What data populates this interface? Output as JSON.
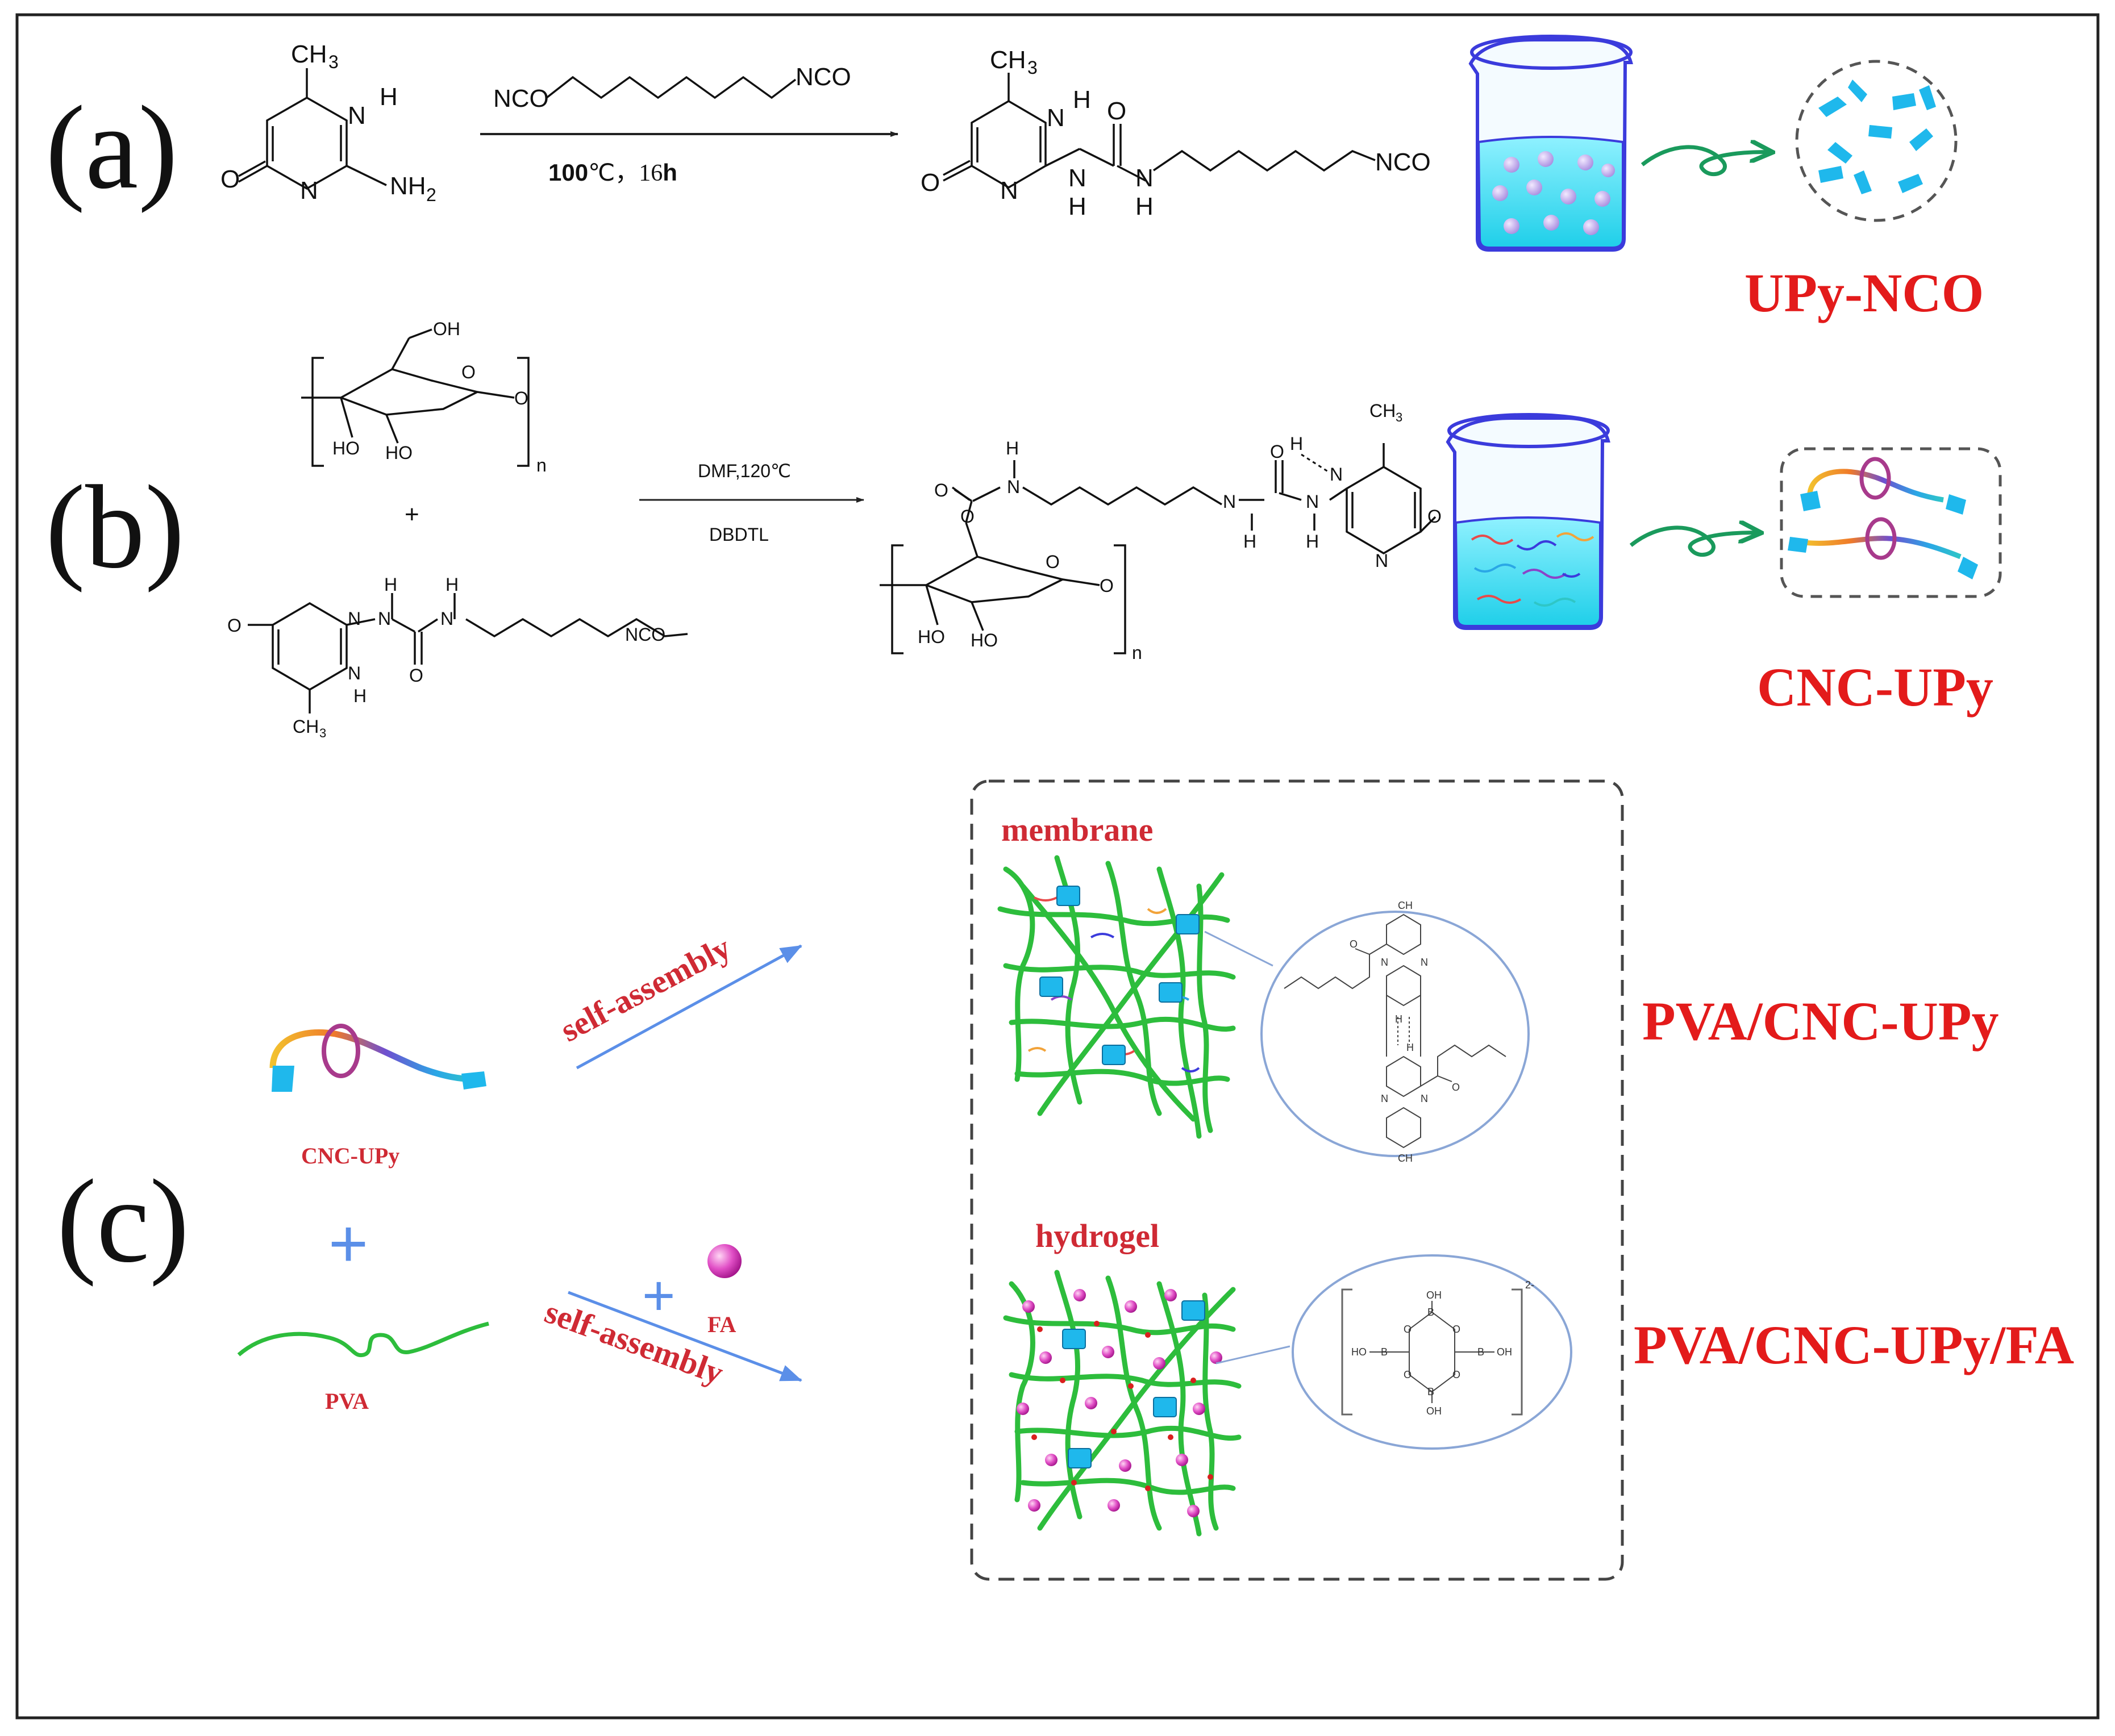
{
  "panels": {
    "a": {
      "letter": "(a)",
      "reactant_labels": {
        "ch3": "CH",
        "ch3_sub": "3",
        "nh_h": "H",
        "nh_n": "N",
        "n": "N",
        "o": "O",
        "nh2": "NH",
        "nh2_sub": "2"
      },
      "reagent": {
        "left": "NCO",
        "right": "NCO"
      },
      "conditions": {
        "temp_bold": "100",
        "temp_rest": "℃，16",
        "time_bold": "h"
      },
      "product_labels": {
        "ch3": "CH",
        "ch3_sub": "3",
        "n1": "N",
        "h1": "H",
        "o1": "O",
        "n2": "N",
        "nh1_h": "H",
        "o2": "O",
        "nh2_n": "N",
        "nh2_h": "H",
        "nco": "NCO"
      },
      "caption": "UPy-NCO"
    },
    "b": {
      "letter": "(b)",
      "cellulose_labels": {
        "oh_top": "OH",
        "o_ring": "O",
        "o_link": "O",
        "ho1": "HO",
        "ho2": "HO",
        "sub_n": "n"
      },
      "plus": "+",
      "upy_labels": {
        "o": "O",
        "n1": "N",
        "h1": "H",
        "n2": "N",
        "h2": "H",
        "n3": "N",
        "h3": "H",
        "o2": "O",
        "nco": "NCO",
        "ch3": "CH",
        "ch3_sub": "3"
      },
      "conditions": {
        "top": "DMF,120℃",
        "bottom": "DBDTL"
      },
      "product_labels": {
        "h_top": "H",
        "n_top": "N",
        "o_carb": "O",
        "o_ester": "O",
        "n_urea1": "N",
        "h_urea1": "H",
        "o_urea": "O",
        "n_urea2": "N",
        "h_urea2": "H",
        "n_ring1": "N",
        "h_ring": "H",
        "n_ring2": "N",
        "o_ring_end": "O",
        "ch3": "CH",
        "ch3_sub": "3",
        "o_ring": "O",
        "o_link": "O",
        "ho1": "HO",
        "ho2": "HO",
        "sub_n": "n"
      },
      "caption": "CNC-UPy"
    },
    "c": {
      "letter": "(c)",
      "left_labels": {
        "cnc": "CNC-UPy",
        "plus": "+",
        "pva": "PVA"
      },
      "arrow_top_label": "self-assembly",
      "arrow_bottom_label": "self-assembly",
      "fa_plus": "+",
      "fa_label": "FA",
      "box_labels": {
        "membrane": "membrane",
        "hydrogel": "hydrogel"
      },
      "captions": {
        "membrane": "PVA/CNC-UPy",
        "hydrogel": "PVA/CNC-UPy/FA"
      },
      "dimer_labels": {
        "ch3": "CH",
        "n": "N",
        "h": "H",
        "o": "O"
      },
      "borate_labels": {
        "oh": "OH",
        "o": "O",
        "b": "B",
        "charge": "2-",
        "ho": "HO"
      }
    }
  },
  "colors": {
    "caption_red": "#e31b1b",
    "label_red": "#cf2a34",
    "arrow_blue": "#5b8fe8",
    "arrow_green": "#1a9a5c",
    "water_cyan": "#27d2ee",
    "crystal_blue": "#1fb8ec",
    "pva_green": "#2dbd3c",
    "fa_magenta": "#e14fc6"
  }
}
